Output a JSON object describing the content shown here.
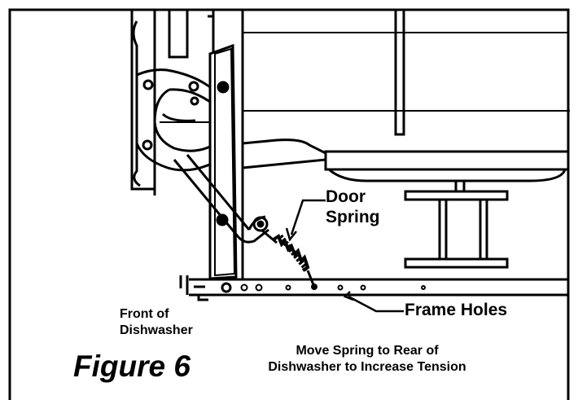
{
  "labels": {
    "door_spring_line1": "Door",
    "door_spring_line2": "Spring",
    "frame_holes": "Frame Holes",
    "front_line1": "Front of",
    "front_line2": "Dishwasher",
    "move_line1": "Move Spring to Rear of",
    "move_line2": "Dishwasher to Increase Tension",
    "figure": "Figure 6"
  },
  "colors": {
    "ink": "#000000",
    "paper": "#ffffff"
  }
}
